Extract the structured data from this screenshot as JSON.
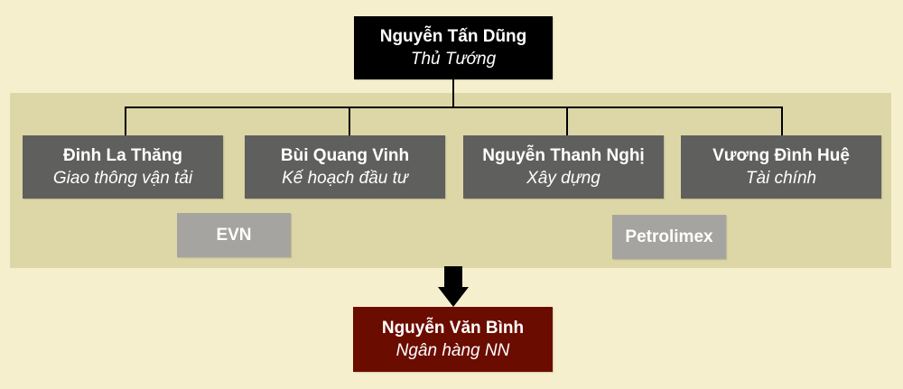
{
  "top": {
    "name": "Nguyễn Tấn Dũng",
    "role": "Thủ Tướng"
  },
  "ministers": [
    {
      "name": "Đinh La Thăng",
      "role": "Giao thông vận tải"
    },
    {
      "name": "Bùi Quang Vinh",
      "role": "Kế hoạch đầu tư"
    },
    {
      "name": "Nguyễn Thanh Nghị",
      "role": "Xây dựng"
    },
    {
      "name": "Vương Đình Huệ",
      "role": "Tài chính"
    }
  ],
  "orgs": [
    "EVN",
    "Petrolimex"
  ],
  "bottom": {
    "name": "Nguyễn Văn Bình",
    "role": "Ngân hàng NN"
  },
  "colors": {
    "background": "#f6efcd",
    "band": "#ddd6a6",
    "top": "#000000",
    "minister": "#5f5f5d",
    "org": "#a5a4a0",
    "bottom": "#6b0c00"
  }
}
